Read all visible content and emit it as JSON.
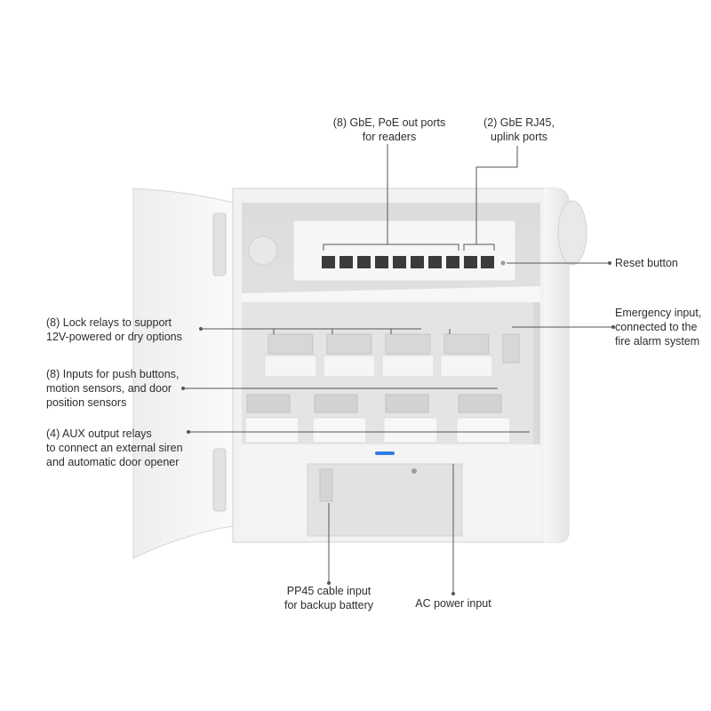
{
  "callouts": {
    "gbe_poe_ports": [
      "(8) GbE, PoE out ports",
      "for readers"
    ],
    "uplink_ports": [
      "(2) GbE RJ45,",
      "uplink ports"
    ],
    "reset_button": [
      "Reset button"
    ],
    "lock_relays": [
      "(8) Lock relays to support",
      "12V-powered or dry options"
    ],
    "emergency_input": [
      "Emergency input,",
      "connected to the",
      "fire alarm system"
    ],
    "push_inputs": [
      "(8) Inputs for push buttons,",
      "motion sensors, and door",
      "position sensors"
    ],
    "aux_relays": [
      "(4) AUX output relays",
      "to connect an external siren",
      "and automatic door opener"
    ],
    "pp45_input": [
      "PP45 cable input",
      "for backup battery"
    ],
    "ac_power": [
      "AC power input"
    ]
  },
  "colors": {
    "enclosure": "#f3f3f3",
    "inner": "#e6e6e6",
    "leader_line": "#555555",
    "led": "#2f7de0"
  }
}
